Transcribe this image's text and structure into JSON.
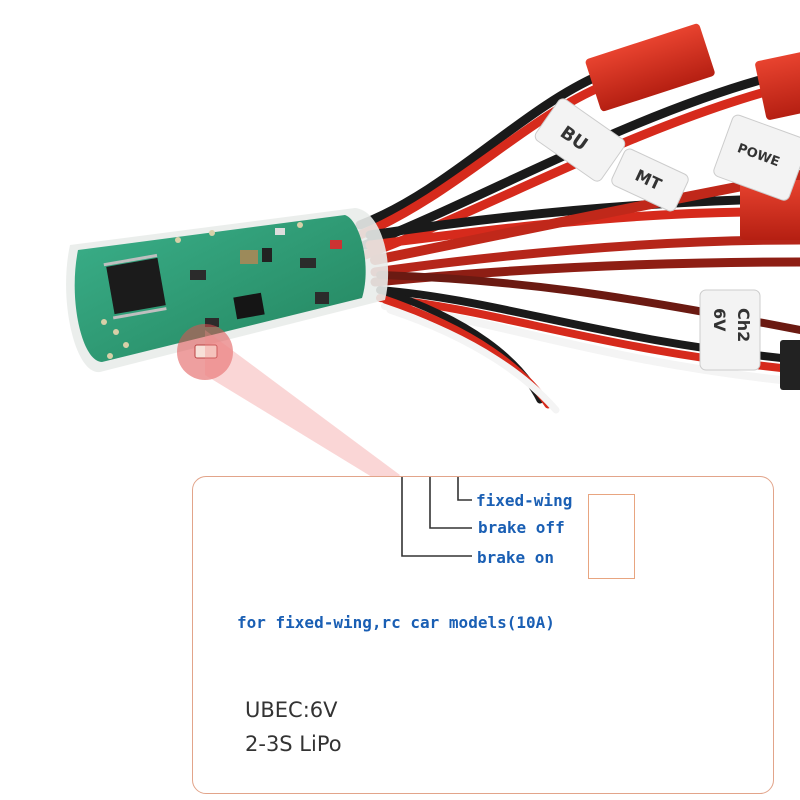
{
  "image": {
    "description_items": [
      "brushed ESC module",
      "servo wires",
      "red JST connectors"
    ],
    "colors": {
      "pcb": "#2f9e73",
      "wire_red": "#d62a1c",
      "wire_black": "#1a1a1a",
      "accent_blue": "#1a5fb4",
      "border": "#e2a48a"
    }
  },
  "wire_tags": {
    "bus": "BU",
    "power": "POWE",
    "motor": "MT",
    "ch2_line1": "Ch2",
    "ch2_line2": "6V"
  },
  "panel": {
    "options": {
      "fixed_wing": "fixed-wing",
      "brake_off": "brake off",
      "brake_on": "brake on"
    },
    "usage": "for fixed-wing,rc car models(10A)",
    "ubec": "UBEC:6V",
    "lipo": "2-3S LiPo"
  }
}
